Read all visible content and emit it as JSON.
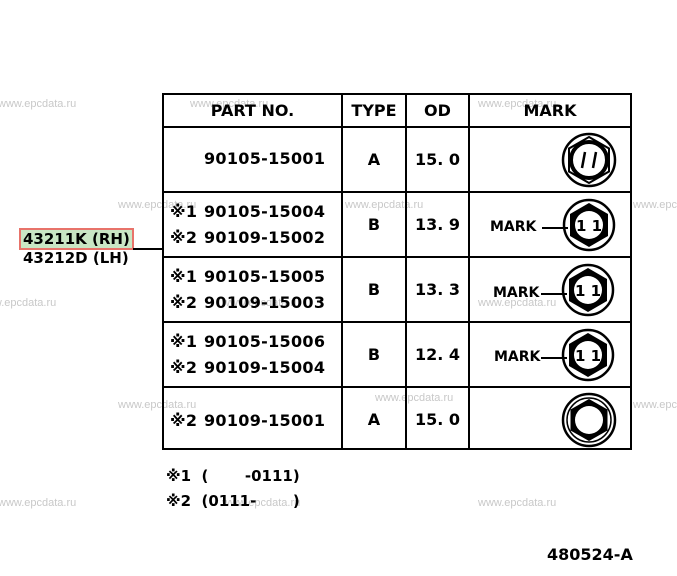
{
  "watermark": "www.epcdata.ru",
  "callouts": {
    "rh": "43211K (RH)",
    "lh": "43212D (LH)"
  },
  "table": {
    "headers": {
      "part_no": "PART  NO.",
      "type": "TYPE",
      "od": "OD",
      "mark": "MARK"
    },
    "rows": [
      {
        "parts": [
          {
            "ref": "",
            "no": "90105-15001"
          }
        ],
        "type": "A",
        "od": "15. 0",
        "mark_label": "",
        "mark_icon": "bolt-head-two-slash-icon"
      },
      {
        "parts": [
          {
            "ref": "※1",
            "no": "90105-15004"
          },
          {
            "ref": "※2",
            "no": "90109-15002"
          }
        ],
        "type": "B",
        "od": "13. 9",
        "mark_label": "MARK",
        "mark_icon": "bolt-head-11-icon"
      },
      {
        "parts": [
          {
            "ref": "※1",
            "no": "90105-15005"
          },
          {
            "ref": "※2",
            "no": "90109-15003"
          }
        ],
        "type": "B",
        "od": "13. 3",
        "mark_label": "MARK",
        "mark_icon": "bolt-head-11-icon"
      },
      {
        "parts": [
          {
            "ref": "※1",
            "no": "90105-15006"
          },
          {
            "ref": "※2",
            "no": "90109-15004"
          }
        ],
        "type": "B",
        "od": "12. 4",
        "mark_label": "MARK",
        "mark_icon": "bolt-head-11-icon"
      },
      {
        "parts": [
          {
            "ref": "※2",
            "no": "90109-15001"
          }
        ],
        "type": "A",
        "od": "15. 0",
        "mark_label": "",
        "mark_icon": "bolt-head-plain-icon"
      }
    ]
  },
  "notes": [
    {
      "ref": "※1",
      "text": "(       -0111)"
    },
    {
      "ref": "※2",
      "text": "(0111-       )"
    }
  ],
  "figure_number": "480524-A"
}
